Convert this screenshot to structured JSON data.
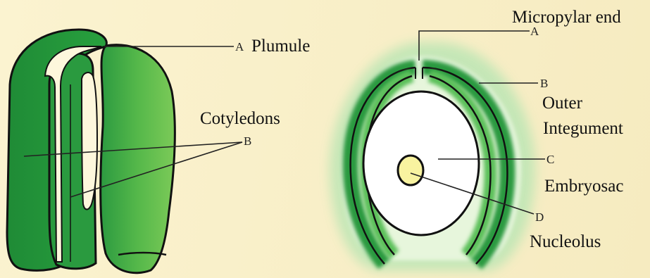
{
  "left_diagram": {
    "letters": {
      "a": "A",
      "b": "B"
    },
    "labels": {
      "plumule": "Plumule",
      "cotyledons": "Cotyledons"
    }
  },
  "right_diagram": {
    "letters": {
      "a": "A",
      "b": "B",
      "c": "C",
      "d": "D"
    },
    "labels": {
      "micropylar_end": "Micropylar end",
      "outer_integument_line1": "Outer",
      "outer_integument_line2": "Integument",
      "embryosac": "Embryosac",
      "nucleolus": "Nucleolus"
    }
  },
  "colors": {
    "background": "#f8efc6",
    "green_dark": "#1c8a35",
    "green_light": "#6cc552",
    "outline": "#111111",
    "nucleolus": "#f8f3a0"
  }
}
